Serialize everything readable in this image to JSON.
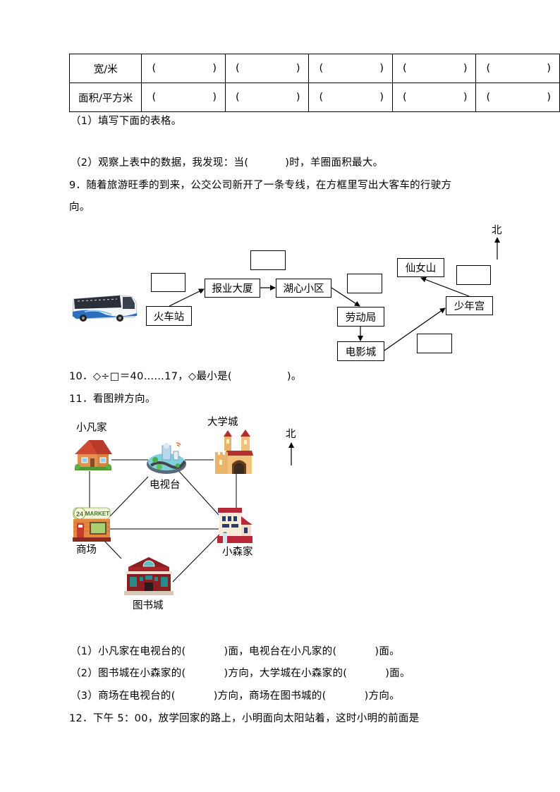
{
  "table": {
    "rows": [
      {
        "header": "宽/米",
        "cells": [
          "(",
          "(",
          "(",
          "(",
          "("
        ]
      },
      {
        "header": "面积/平方米",
        "cells": [
          "(",
          "(",
          "(",
          "(",
          "("
        ]
      }
    ],
    "paren_open": "(",
    "paren_close": ")"
  },
  "q8": {
    "part1": "（1）填写下面的表格。",
    "part2_prefix": "（2）观察上表中的数据，我发现：当(",
    "part2_suffix": ")时，羊圈面积最大。"
  },
  "q9": {
    "line1": "9．随着旅游旺季的到来，公交公司新开了一条专线，在方框里写出大客车的行驶方",
    "line2": "向。",
    "north_label": "北",
    "stations": {
      "huochezhan": "火车站",
      "baoye": "报业大厦",
      "huxin": "湖心小区",
      "laodong": "劳动局",
      "dianying": "电影城",
      "shaonian": "少年宫",
      "xiannv": "仙女山"
    }
  },
  "q10": {
    "prefix": "10．◇÷□＝40……17，◇最小是(",
    "suffix": ")。"
  },
  "q11": {
    "title": "11．看图辨方向。",
    "north_label": "北",
    "places": {
      "xiaofan": "小凡家",
      "dianshitai": "电视台",
      "daxuecheng": "大学城",
      "shangchang": "商场",
      "xiaosen": "小森家",
      "tushucheng": "图书城"
    },
    "market_sign": {
      "number": "24",
      "word": "MARKET"
    },
    "questions": [
      {
        "prefix": "（1）小凡家在电视台的(",
        "mid": ")面，电视台在小凡家的(",
        "suffix": ")面。"
      },
      {
        "prefix": "（2）图书城在小森家的(",
        "mid": ")方向，大学城在小森家的(",
        "suffix": ")面。"
      },
      {
        "prefix": "（3）商场在电视台的(",
        "mid": ")方向，商场在图书城的(",
        "suffix": ")方向。"
      }
    ]
  },
  "q12": {
    "text": "12．下午 5：00，放学回家的路上，小明面向太阳站着，这时小明的前面是"
  },
  "colors": {
    "ink": "#000000",
    "paper": "#ffffff"
  }
}
